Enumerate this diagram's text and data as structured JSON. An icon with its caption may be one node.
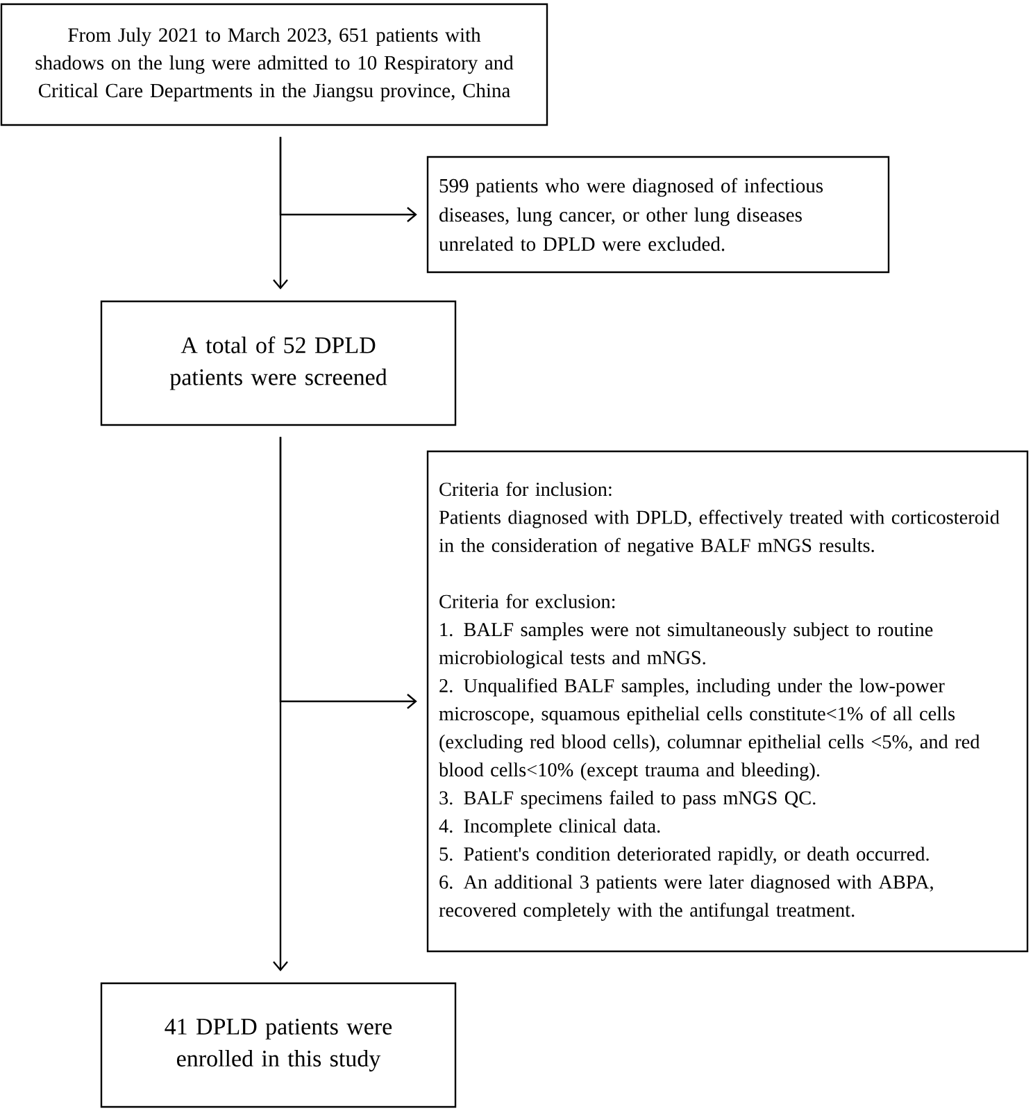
{
  "diagram": {
    "nodes": [
      {
        "text": [
          "From July 2021 to March 2023, 651 patients with shadows on the lung were admitted to 10 Respiratory and Critical Care Departments in the Jiangsu province, China"
        ]
      },
      {
        "text": [
          "599 patients who were diagnosed of infectious diseases, lung cancer, or other lung diseases unrelated to DPLD were excluded."
        ]
      },
      {
        "text": [
          "A total of 52 DPLD patients were screened"
        ]
      },
      {
        "text": [
          "Criteria for inclusion:",
          "Patients diagnosed with DPLD, effectively treated with corticosteroid in the consideration of negative BALF mNGS results.",
          "Criteria for exclusion:",
          "1. BALF samples were not simultaneously subject to routine microbiological tests and mNGS.",
          "2. Unqualified BALF samples, including under the low-power microscope, squamous epithelial cells constitute<1% of all cells (excluding red blood cells), columnar epithelial cells <5%, and red blood cells<10% (except trauma and bleeding).",
          "3. BALF specimens failed to pass mNGS QC.",
          "4. Incomplete clinical data.",
          "5. Patient's condition deteriorated rapidly, or death occurred.",
          "6. An additional 3 patients were later diagnosed with ABPA, recovered completely with the antifungal treatment."
        ]
      },
      {
        "text": [
          "41 DPLD patients were enrolled in this study"
        ]
      }
    ],
    "edges": [
      {
        "from": 0,
        "to": 2,
        "arrow": "to"
      },
      {
        "from": 0,
        "to": 1,
        "arrow": "to"
      },
      {
        "from": 2,
        "to": 4,
        "arrow": "to"
      },
      {
        "from": 2,
        "to": 3,
        "arrow": "to"
      }
    ]
  }
}
